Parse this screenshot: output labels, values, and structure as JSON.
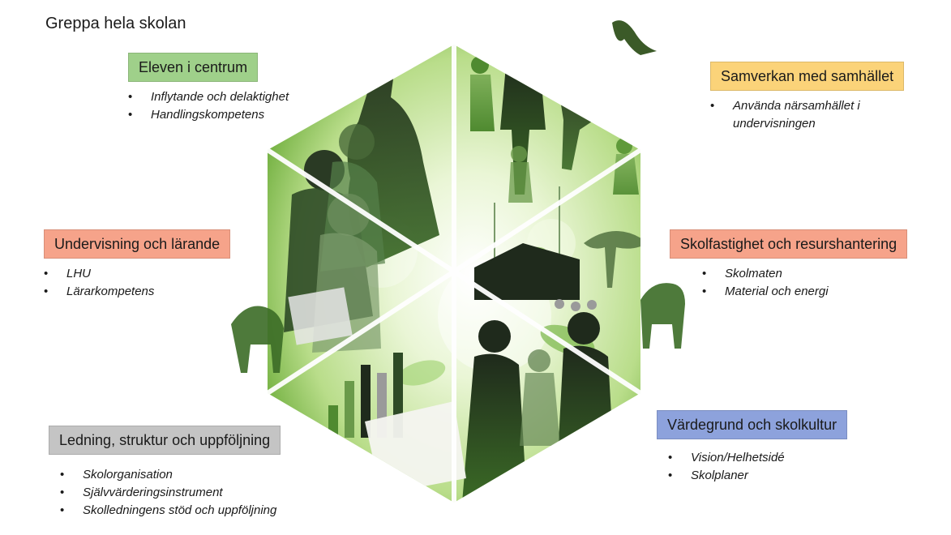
{
  "page": {
    "title": "Greppa hela skolan"
  },
  "colors": {
    "eleven": "#9fd08a",
    "samverkan": "#fbd379",
    "undervisning": "#f6a38a",
    "skolfastighet": "#f6a38a",
    "ledning": "#c4c4c4",
    "vardegrund": "#8da2dc"
  },
  "sections": [
    {
      "key": "eleven",
      "label": "Eleven i centrum",
      "items": [
        "Inflytande och delaktighet",
        "Handlingskompetens"
      ]
    },
    {
      "key": "samverkan",
      "label": "Samverkan med samhället",
      "items": [
        "Använda närsamhället i undervisningen"
      ]
    },
    {
      "key": "undervisning",
      "label": "Undervisning och lärande",
      "items": [
        "LHU",
        "Lärarkompetens"
      ]
    },
    {
      "key": "skolfastighet",
      "label": "Skolfastighet och resurshantering",
      "items": [
        "Skolmaten",
        "Material och energi"
      ]
    },
    {
      "key": "ledning",
      "label": "Ledning, struktur och uppföljning",
      "items": [
        "Skolorganisation",
        "Självvärderingsinstrument",
        "Skolledningens stöd och uppföljning"
      ]
    },
    {
      "key": "vardegrund",
      "label": "Värdegrund och skolkultur",
      "items": [
        "Vision/Helhetsidé",
        "Skolplaner"
      ]
    }
  ]
}
